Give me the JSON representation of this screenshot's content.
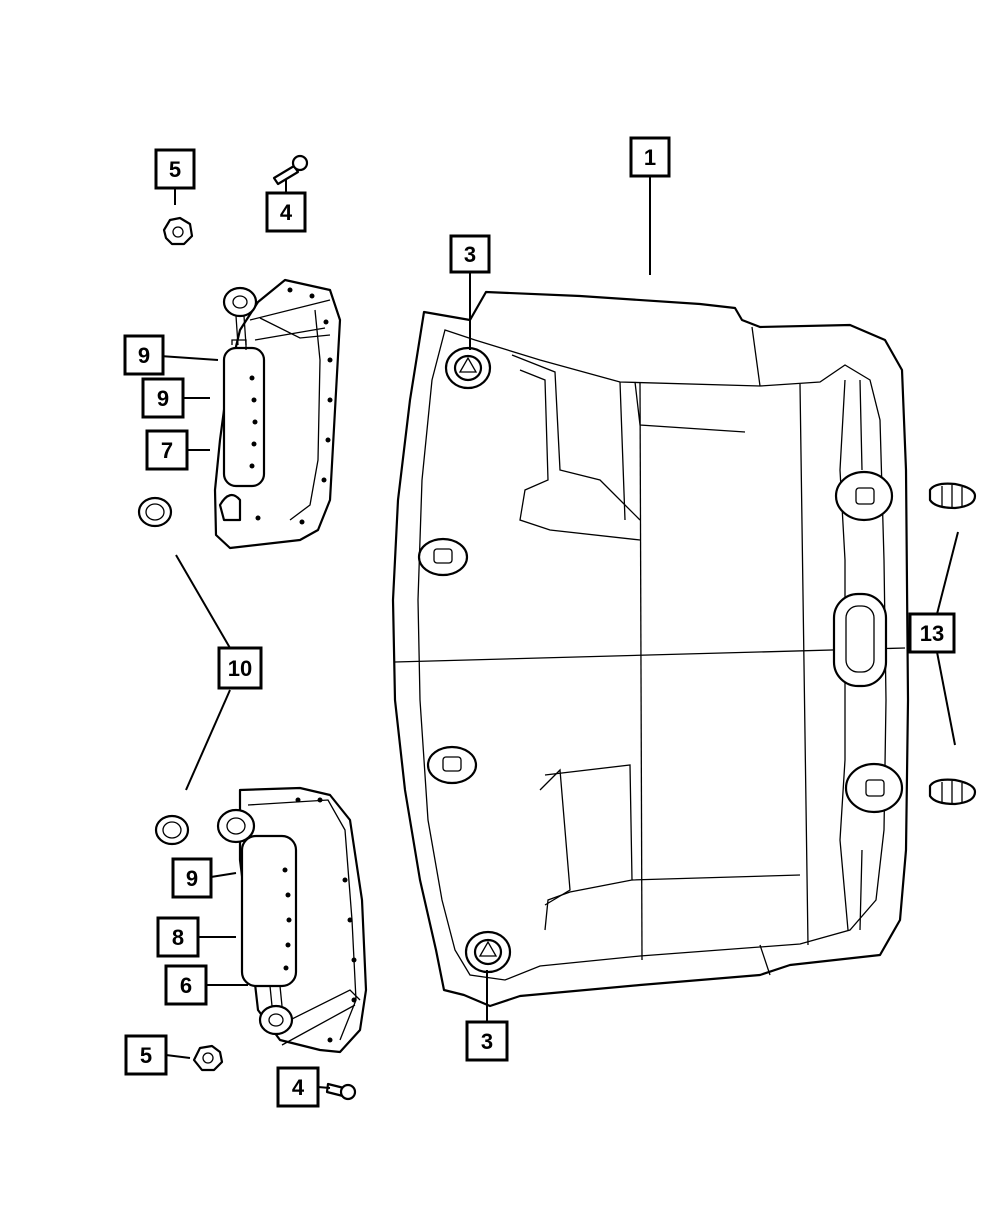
{
  "callouts": [
    {
      "id": "c1",
      "label": "1"
    },
    {
      "id": "c3a",
      "label": "3"
    },
    {
      "id": "c3b",
      "label": "3"
    },
    {
      "id": "c4a",
      "label": "4"
    },
    {
      "id": "c4b",
      "label": "4"
    },
    {
      "id": "c5a",
      "label": "5"
    },
    {
      "id": "c5b",
      "label": "5"
    },
    {
      "id": "c6",
      "label": "6"
    },
    {
      "id": "c7",
      "label": "7"
    },
    {
      "id": "c8",
      "label": "8"
    },
    {
      "id": "c9a",
      "label": "9"
    },
    {
      "id": "c9b",
      "label": "9"
    },
    {
      "id": "c9c",
      "label": "9"
    },
    {
      "id": "c10",
      "label": "10"
    },
    {
      "id": "c13",
      "label": "13"
    }
  ],
  "parts": {
    "headliner": "headliner-panel",
    "sunvisor_upper": "sunvisor-left",
    "sunvisor_lower": "sunvisor-right",
    "visor_clip": "visor-clip",
    "screw": "screw",
    "retainer": "retainer",
    "grommet": "grommet"
  }
}
